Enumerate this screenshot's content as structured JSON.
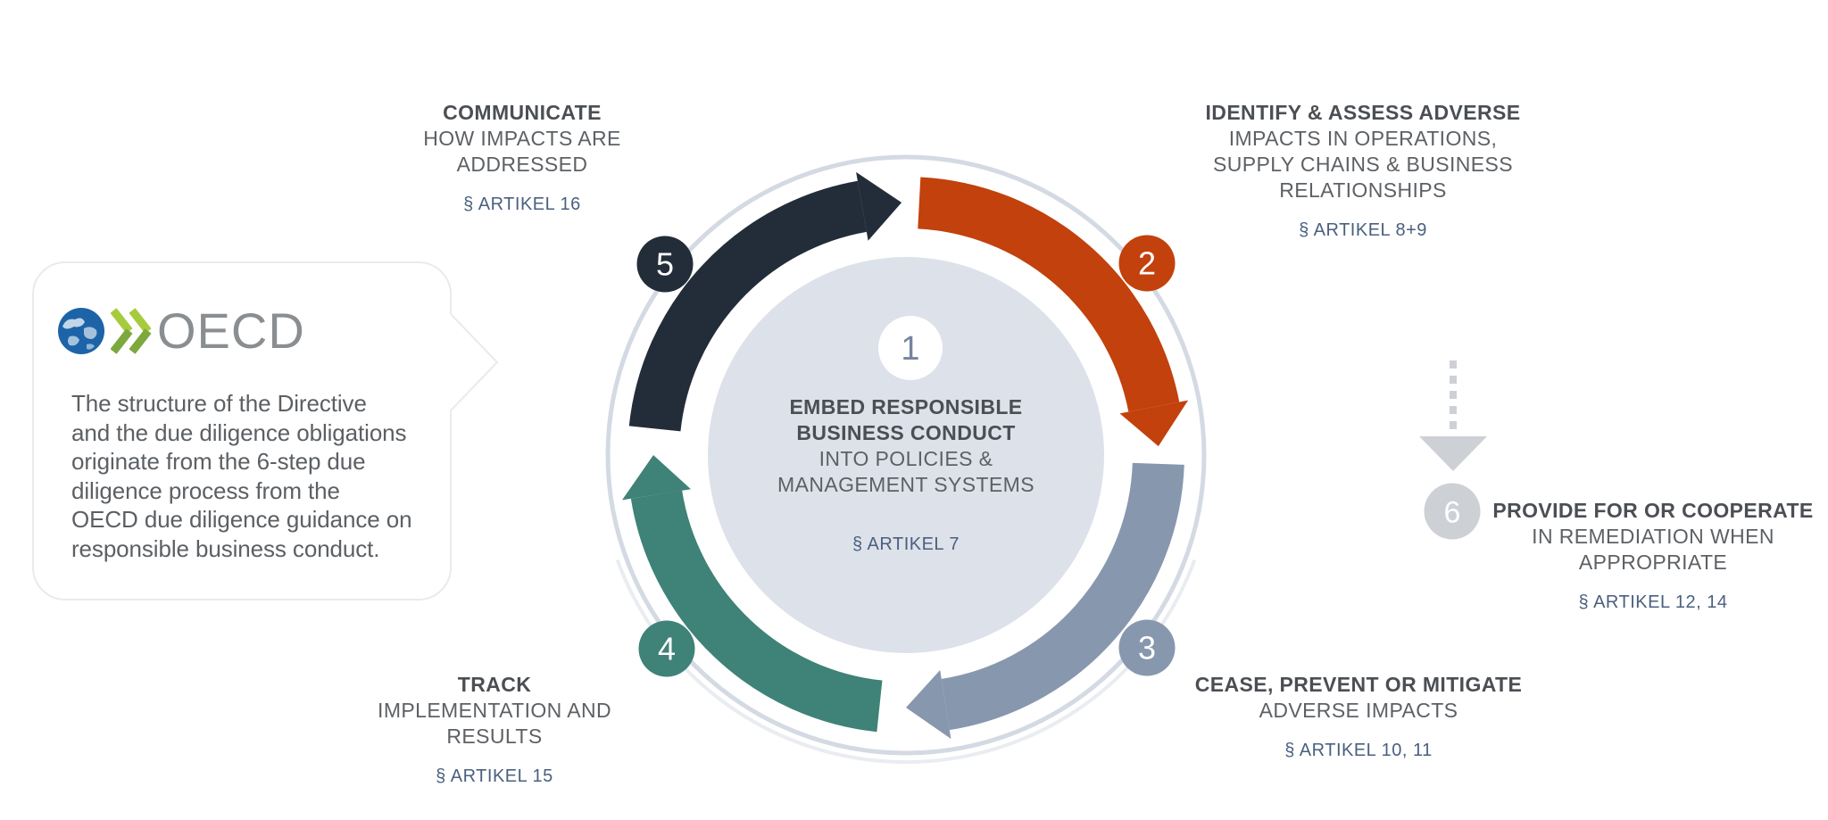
{
  "bubble": {
    "logo": "OECD",
    "lines": [
      "The structure of the Directive",
      "and the due diligence obligations",
      "originate from the 6-step due",
      "diligence process from the",
      "OECD due diligence guidance on",
      "responsible business conduct."
    ]
  },
  "steps": [
    {
      "number": "1",
      "bold": [
        "EMBED RESPONSIBLE",
        "BUSINESS CONDUCT"
      ],
      "regular": [
        "INTO POLICIES &",
        "MANAGEMENT SYSTEMS"
      ],
      "artikel": "§ ARTIKEL 7"
    },
    {
      "number": "2",
      "bold": [
        "IDENTIFY & ASSESS ADVERSE"
      ],
      "regular": [
        "IMPACTS IN OPERATIONS,",
        "SUPPLY CHAINS & BUSINESS",
        "RELATIONSHIPS"
      ],
      "artikel": "§ ARTIKEL 8+9"
    },
    {
      "number": "3",
      "bold": [
        "CEASE, PREVENT OR MITIGATE"
      ],
      "regular": [
        "ADVERSE IMPACTS"
      ],
      "artikel": "§ ARTIKEL 10, 11"
    },
    {
      "number": "4",
      "bold": [
        "TRACK"
      ],
      "regular": [
        "IMPLEMENTATION AND",
        "RESULTS"
      ],
      "artikel": "§ ARTIKEL 15"
    },
    {
      "number": "5",
      "bold": [
        "COMMUNICATE"
      ],
      "regular": [
        "HOW IMPACTS ARE",
        "ADDRESSED"
      ],
      "artikel": "§ ARTIKEL 16"
    },
    {
      "number": "6",
      "bold": [
        "PROVIDE FOR OR COOPERATE"
      ],
      "regular": [
        "IN REMEDIATION WHEN",
        "APPROPRIATE"
      ],
      "artikel": "§ ARTIKEL 12, 14"
    }
  ],
  "colors": {
    "arc_dark": "#222d39",
    "arc_orange": "#c2410c",
    "arc_blue": "#8797ae",
    "arc_teal": "#3f8277",
    "ring": "#d4dae3",
    "ring_shadow": "#e9ecf1",
    "inner_circle": "#dde1ea",
    "light_gray": "#cdd0d4",
    "badge_number_white": "#ffffff",
    "badge1_fill": "#ffffff",
    "badge1_number": "#75849e",
    "bubble_fill": "#ffffff",
    "bubble_border": "#e9eaec",
    "globe_blue": "#1d63a8",
    "chevron_green_light": "#a6cb3d",
    "chevron_green_dark": "#7ca83e"
  }
}
